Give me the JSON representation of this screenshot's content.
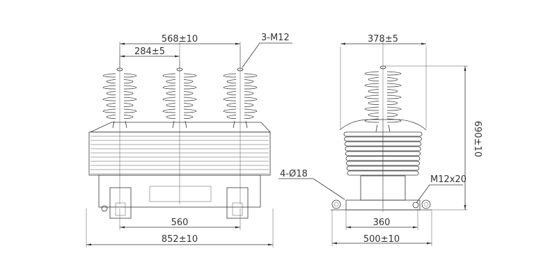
{
  "front_view": {
    "dim_overall_pitch": "568±10",
    "dim_half_pitch": "284±5",
    "terminal_label": "3-M12",
    "dim_foot_spacing": "560",
    "dim_overall_length": "852±10"
  },
  "side_view": {
    "dim_top_width": "378±5",
    "dim_height": "690±10",
    "hole_label": "4-Ø18",
    "ground_bolt_label": "M12x20",
    "dim_hole_spacing": "360",
    "dim_base_width": "500±10"
  }
}
